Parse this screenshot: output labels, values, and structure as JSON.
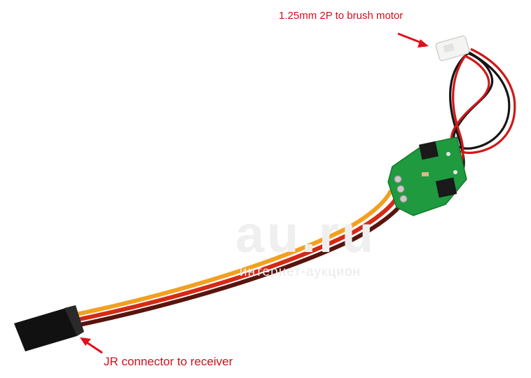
{
  "labels": {
    "motor_connector": "1.25mm 2P to brush motor",
    "receiver_connector": "JR connector to receiver"
  },
  "watermark": {
    "main": "au.ru",
    "sub": "интернет-аукцион"
  },
  "colors": {
    "label_text": "#d0101c",
    "arrow": "#e0101c",
    "pcb": "#1f9a3e",
    "wire_signal": "#f2a020",
    "wire_power": "#d42a16",
    "wire_ground": "#5a140e",
    "motor_wire_red": "#d01818",
    "motor_wire_black": "#151515",
    "jr_housing": "#111111"
  },
  "icons": {
    "motor_arrow": "arrow-right-down-icon",
    "receiver_arrow": "arrow-up-left-icon"
  }
}
